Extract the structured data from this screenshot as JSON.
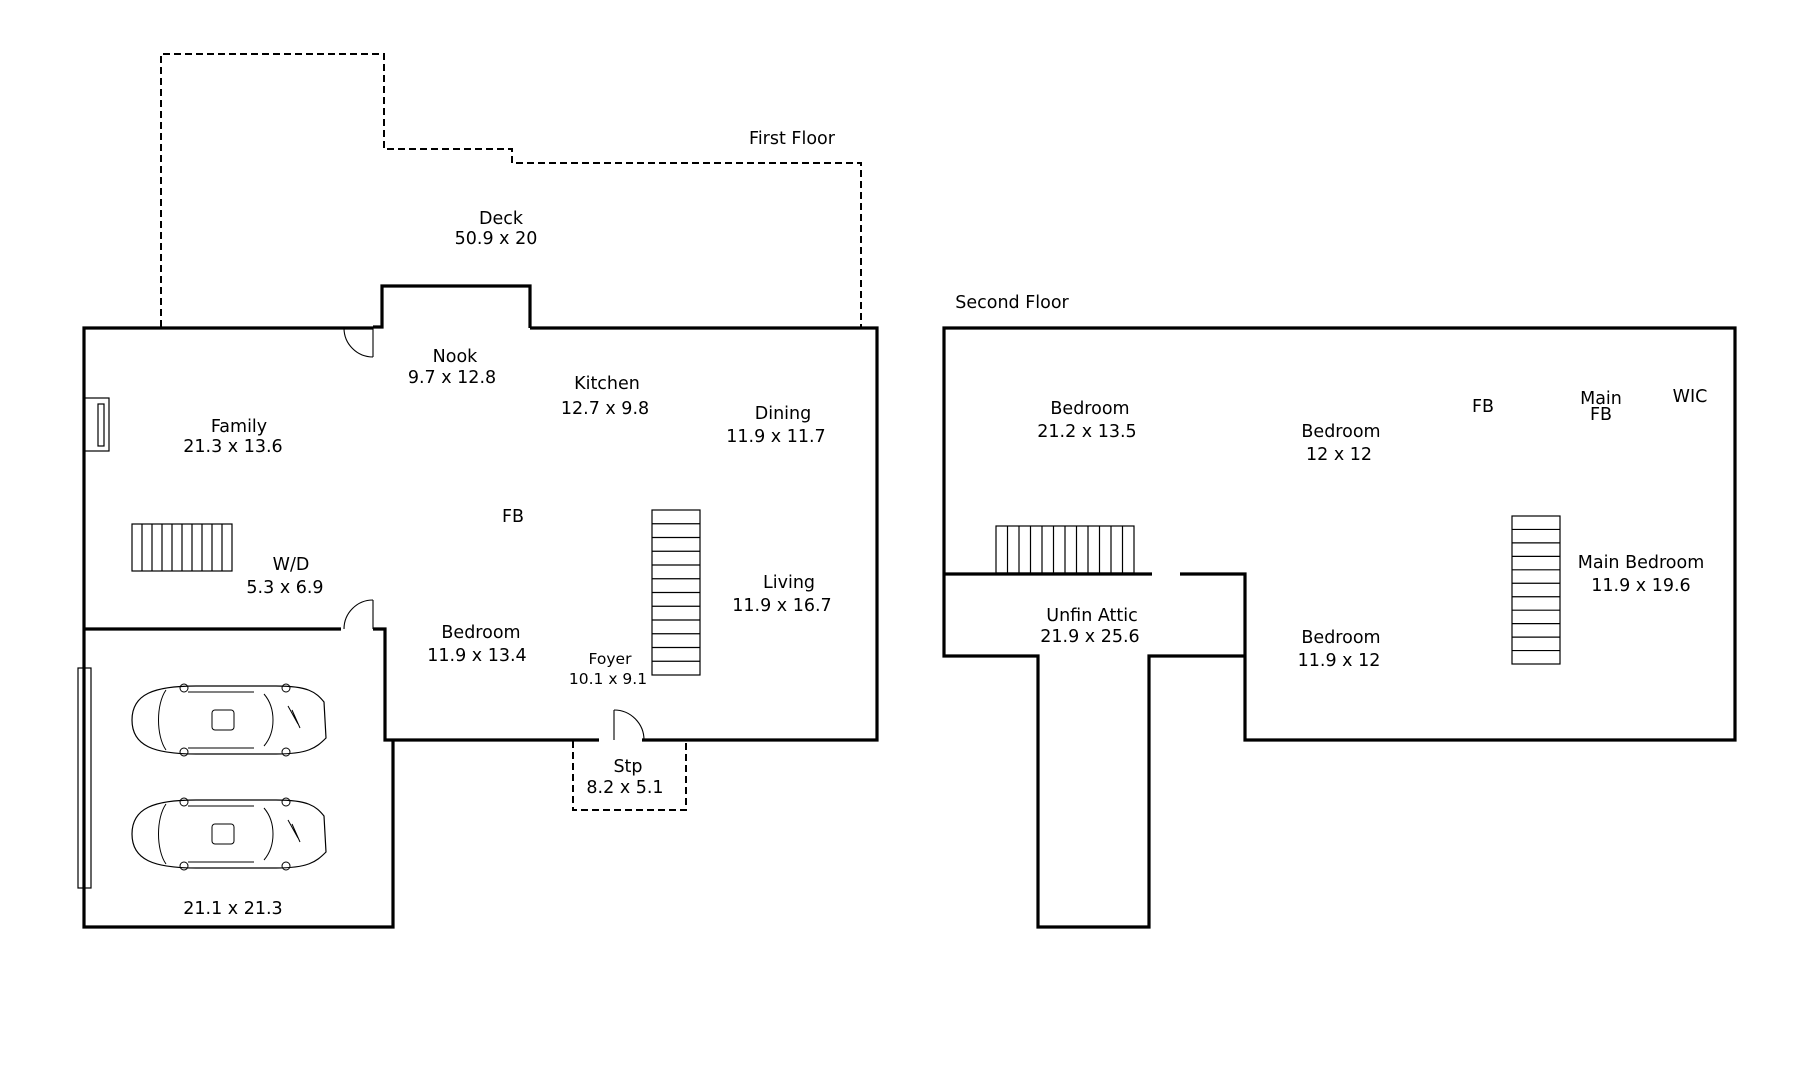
{
  "floors": {
    "first_label": "First Floor",
    "second_label": "Second Floor"
  },
  "first_floor": {
    "deck": {
      "name": "Deck",
      "dims": "50.9 x 20"
    },
    "nook": {
      "name": "Nook",
      "dims": "9.7 x 12.8"
    },
    "kitchen": {
      "name": "Kitchen",
      "dims": "12.7 x 9.8"
    },
    "dining": {
      "name": "Dining",
      "dims": "11.9 x 11.7"
    },
    "family": {
      "name": "Family",
      "dims": "21.3 x 13.6"
    },
    "fb": {
      "name": "FB"
    },
    "wd": {
      "name": "W/D",
      "dims": "5.3 x 6.9"
    },
    "living": {
      "name": "Living",
      "dims": "11.9 x 16.7"
    },
    "bedroom": {
      "name": "Bedroom",
      "dims": "11.9 x 13.4"
    },
    "foyer": {
      "name": "Foyer",
      "dims": "10.1 x 9.1"
    },
    "stp": {
      "name": "Stp",
      "dims": "8.2 x 5.1"
    },
    "garage": {
      "dims": "21.1 x 21.3"
    }
  },
  "second_floor": {
    "bedroom_a": {
      "name": "Bedroom",
      "dims": "21.2 x 13.5"
    },
    "bedroom_b": {
      "name": "Bedroom",
      "dims": "12 x 12"
    },
    "fb": {
      "name": "FB"
    },
    "main_fb": {
      "line1": "Main",
      "line2": "FB"
    },
    "wic": {
      "name": "WIC"
    },
    "main_bedroom": {
      "name": "Main Bedroom",
      "dims": "11.9 x 19.6"
    },
    "unfin_attic": {
      "name": "Unfin Attic",
      "dims": "21.9 x 25.6"
    },
    "bedroom_c": {
      "name": "Bedroom",
      "dims": "11.9 x 12"
    }
  }
}
